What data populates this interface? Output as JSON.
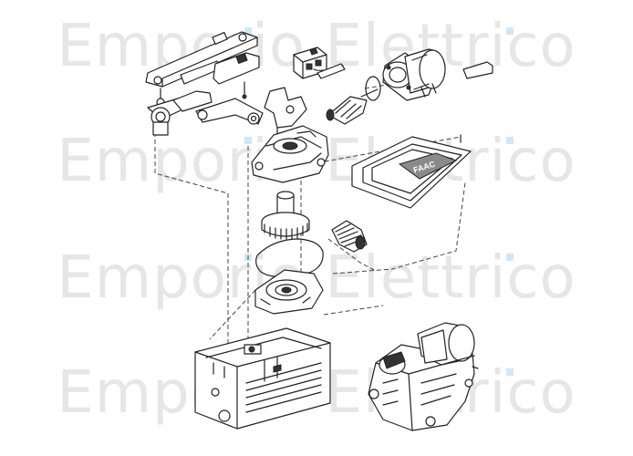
{
  "watermark": {
    "rows": [
      "Emporio Elettrico",
      "Emporio Elettrico",
      "Emporio Elettrico",
      "Emporio Elettrico"
    ],
    "color": "#e6e6e6"
  },
  "cover_logo": "FAAC",
  "colors": {
    "line": "#222222",
    "background": "#ffffff",
    "watermark_accent": "#cfe8f4"
  }
}
